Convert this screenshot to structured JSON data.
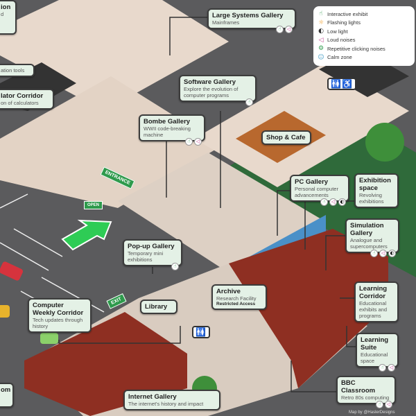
{
  "legend": [
    {
      "icon": "interactive-icon",
      "glyph": "☝",
      "label": "Interactive exhibit",
      "color": "#2e9a4c"
    },
    {
      "icon": "flashing-lights-icon",
      "glyph": "☼",
      "label": "Flashing lights",
      "color": "#f0a030"
    },
    {
      "icon": "low-light-icon",
      "glyph": "◐",
      "label": "Low light",
      "color": "#111111"
    },
    {
      "icon": "loud-noises-icon",
      "glyph": "◁)",
      "label": "Loud noises",
      "color": "#c0408f"
    },
    {
      "icon": "clicking-noises-icon",
      "glyph": "⚙",
      "label": "Repetitive clicking noises",
      "color": "#2e9a4c"
    },
    {
      "icon": "calm-zone-icon",
      "glyph": "☺",
      "label": "Calm zone",
      "color": "#4aa0c8"
    }
  ],
  "galleries": {
    "partial_top": {
      "title": "ion",
      "sub": "d"
    },
    "partial_tools": {
      "sub": "ation tools"
    },
    "calculator": {
      "title": "lator Corridor",
      "sub": "on of calculators"
    },
    "large_systems": {
      "title": "Large Systems Gallery",
      "sub": "Mainframes"
    },
    "software": {
      "title": "Software Gallery",
      "sub": "Explore the evolution of computer programs"
    },
    "bombe": {
      "title": "Bombe Gallery",
      "sub": "WWII code-breaking machine"
    },
    "shop": {
      "title": "Shop & Cafe"
    },
    "pc": {
      "title": "PC Gallery",
      "sub": "Personal computer advancements"
    },
    "exhibition": {
      "title": "Exhibition space",
      "sub": "Revolving exhibitions"
    },
    "simulation": {
      "title": "Simulation Gallery",
      "sub": "Analogue and supercomputers"
    },
    "popup": {
      "title": "Pop-up Gallery",
      "sub": "Temporary mini exhibitions"
    },
    "archive": {
      "title": "Archive",
      "sub": "Research Facility",
      "restricted": "Restricted Access"
    },
    "library": {
      "title": "Library"
    },
    "cw_corridor": {
      "title": "Computer Weekly Corridor",
      "sub": "Tech updates through history"
    },
    "learning_corridor": {
      "title": "Learning Corridor",
      "sub": "Educational exhibits and programs"
    },
    "learning_suite": {
      "title": "Learning Suite",
      "sub": "Educational space"
    },
    "bbc": {
      "title": "BBC Classroom",
      "sub": "Retro 80s computing"
    },
    "internet": {
      "title": "Internet Gallery",
      "sub": "The internet's history and impact"
    },
    "partial_bottom": {
      "title": "om"
    }
  },
  "signs": {
    "entrance": "ENTRANCE",
    "open": "OPEN",
    "exit": "EXIT"
  },
  "credit": "Map by @HaslerDesigns",
  "colors": {
    "ground": "#5b5b5d",
    "grass": "#2f6a3a",
    "brick": "#8e2f22",
    "floor": "#e8d9cc",
    "accent": "#2e9a4c"
  }
}
